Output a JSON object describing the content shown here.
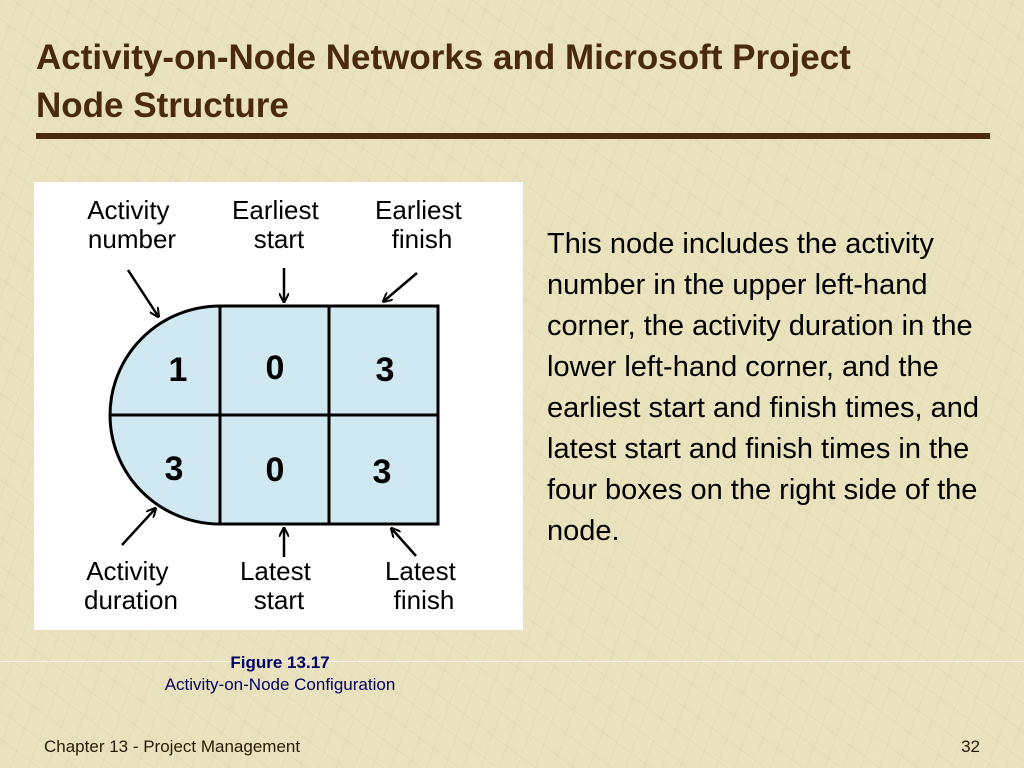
{
  "slide": {
    "title_line1": "Activity-on-Node Networks and Microsoft Project",
    "title_line2": "Node Structure",
    "description": "This node includes the activity number in the upper left-hand corner, the activity duration in the lower left-hand corner, and the earliest start and finish times, and latest start and finish times in the four boxes on the right side of the node."
  },
  "diagram": {
    "labels": {
      "activity_number": [
        "Activity",
        "number"
      ],
      "earliest_start": [
        "Earliest",
        "start"
      ],
      "earliest_finish": [
        "Earliest",
        "finish"
      ],
      "activity_duration": [
        "Activity",
        "duration"
      ],
      "latest_start": [
        "Latest",
        "start"
      ],
      "latest_finish": [
        "Latest",
        "finish"
      ]
    },
    "values": {
      "activity_number": "1",
      "activity_duration": "3",
      "earliest_start": "0",
      "earliest_finish": "3",
      "latest_start": "0",
      "latest_finish": "3"
    },
    "node_fill": "#cfe8f1",
    "line_color": "#000000"
  },
  "caption": {
    "title": "Figure 13.17",
    "subtitle": "Activity-on-Node Configuration"
  },
  "footer": {
    "left": "Chapter 13 - Project Management",
    "page_number": "32"
  },
  "colors": {
    "title": "#4a2a0c",
    "caption": "#000066",
    "background": "#e9e2bd"
  }
}
